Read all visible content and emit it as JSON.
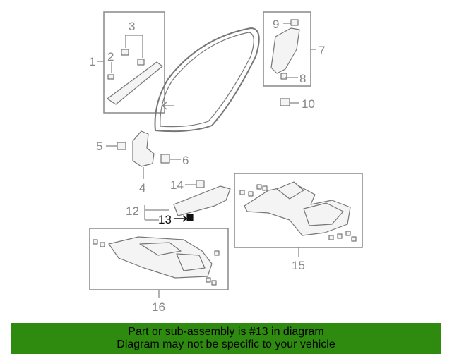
{
  "callouts": {
    "c1": "1",
    "c2": "2",
    "c3": "3",
    "c4": "4",
    "c5": "5",
    "c6": "6",
    "c7": "7",
    "c8": "8",
    "c9": "9",
    "c10": "10",
    "c11": "12",
    "c13": "13",
    "c14": "14",
    "c15": "15",
    "c16": "16"
  },
  "highlight_color": "#111111",
  "banner": {
    "line1": "Part or sub-assembly is #13 in diagram",
    "line2": "Diagram may not be specific to your vehicle",
    "color": "#2e8b10"
  }
}
